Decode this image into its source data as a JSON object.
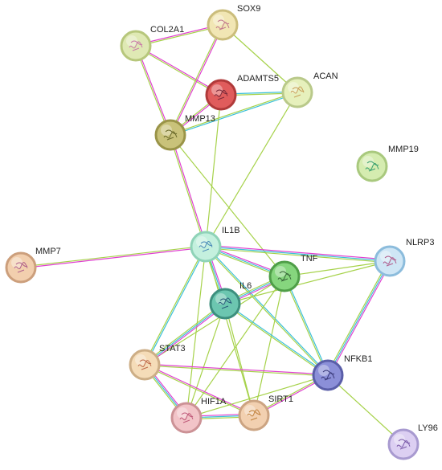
{
  "network": {
    "nodes": [
      {
        "id": "COL2A1",
        "label": "COL2A1",
        "fill": "#dfe9b4",
        "ring": "#b7c77c",
        "glyph": "#c97aa8"
      },
      {
        "id": "SOX9",
        "label": "SOX9",
        "fill": "#f1e6b4",
        "ring": "#cbbd7c",
        "glyph": "#c27a8e"
      },
      {
        "id": "ADAMTS5",
        "label": "ADAMTS5",
        "fill": "#e05c5c",
        "ring": "#b03a3a",
        "glyph": "#7a2a3a"
      },
      {
        "id": "ACAN",
        "label": "ACAN",
        "fill": "#e6f0bc",
        "ring": "#b9c98a",
        "glyph": "#c9a05a"
      },
      {
        "id": "MMP13",
        "label": "MMP13",
        "fill": "#c9c27a",
        "ring": "#9a9448",
        "glyph": "#6a6a2a"
      },
      {
        "id": "MMP19",
        "label": "MMP19",
        "fill": "#d5ecb0",
        "ring": "#a9c97e",
        "glyph": "#3aa070"
      },
      {
        "id": "IL1B",
        "label": "IL1B",
        "fill": "#c4f0de",
        "ring": "#8fd3b8",
        "glyph": "#4a8ab8"
      },
      {
        "id": "MMP7",
        "label": "MMP7",
        "fill": "#f2cfae",
        "ring": "#cc9f7c",
        "glyph": "#b0608a"
      },
      {
        "id": "TNF",
        "label": "TNF",
        "fill": "#86d67e",
        "ring": "#4f9e48",
        "glyph": "#3a6a3a"
      },
      {
        "id": "NLRP3",
        "label": "NLRP3",
        "fill": "#cfe6f5",
        "ring": "#8cbcdc",
        "glyph": "#b05a8a"
      },
      {
        "id": "IL6",
        "label": "IL6",
        "fill": "#6cc6b0",
        "ring": "#3d8f7e",
        "glyph": "#2a5a7a"
      },
      {
        "id": "STAT3",
        "label": "STAT3",
        "fill": "#f5dcb8",
        "ring": "#cdae86",
        "glyph": "#c06a4a"
      },
      {
        "id": "NFKB1",
        "label": "NFKB1",
        "fill": "#8b8fd8",
        "ring": "#5a5ea8",
        "glyph": "#3a3a7a"
      },
      {
        "id": "HIF1A",
        "label": "HIF1A",
        "fill": "#f2c4c8",
        "ring": "#cc9296",
        "glyph": "#c05a7a"
      },
      {
        "id": "SIRT1",
        "label": "SIRT1",
        "fill": "#f2d0b0",
        "ring": "#cca482",
        "glyph": "#c0803a"
      },
      {
        "id": "LY96",
        "label": "LY96",
        "fill": "#dccff2",
        "ring": "#a89ad0",
        "glyph": "#7a5aa8"
      }
    ],
    "edges": [
      {
        "a": "COL2A1",
        "b": "SOX9",
        "colors": [
          "#e040d0",
          "#a6d24a"
        ]
      },
      {
        "a": "COL2A1",
        "b": "ADAMTS5",
        "colors": [
          "#e040d0",
          "#a6d24a"
        ]
      },
      {
        "a": "COL2A1",
        "b": "MMP13",
        "colors": [
          "#e040d0",
          "#a6d24a"
        ]
      },
      {
        "a": "SOX9",
        "b": "ACAN",
        "colors": [
          "#a6d24a"
        ]
      },
      {
        "a": "SOX9",
        "b": "MMP13",
        "colors": [
          "#e040d0",
          "#a6d24a"
        ]
      },
      {
        "a": "ADAMTS5",
        "b": "ACAN",
        "colors": [
          "#3cc0d8",
          "#a6d24a"
        ]
      },
      {
        "a": "ADAMTS5",
        "b": "MMP13",
        "colors": [
          "#e040d0",
          "#a6d24a"
        ]
      },
      {
        "a": "ACAN",
        "b": "MMP13",
        "colors": [
          "#3cc0d8",
          "#a6d24a"
        ]
      },
      {
        "a": "ACAN",
        "b": "IL1B",
        "colors": [
          "#a6d24a"
        ]
      },
      {
        "a": "ADAMTS5",
        "b": "IL1B",
        "colors": [
          "#a6d24a"
        ]
      },
      {
        "a": "MMP13",
        "b": "IL1B",
        "colors": [
          "#e040d0",
          "#a6d24a"
        ]
      },
      {
        "a": "MMP13",
        "b": "TNF",
        "colors": [
          "#a6d24a"
        ]
      },
      {
        "a": "IL1B",
        "b": "MMP7",
        "colors": [
          "#e040d0",
          "#a6d24a"
        ]
      },
      {
        "a": "IL1B",
        "b": "TNF",
        "colors": [
          "#e040d0",
          "#3cc0d8",
          "#a6d24a"
        ]
      },
      {
        "a": "IL1B",
        "b": "NLRP3",
        "colors": [
          "#e040d0",
          "#3cc0d8",
          "#a6d24a"
        ]
      },
      {
        "a": "IL1B",
        "b": "IL6",
        "colors": [
          "#e040d0",
          "#3cc0d8",
          "#a6d24a"
        ]
      },
      {
        "a": "IL1B",
        "b": "STAT3",
        "colors": [
          "#3cc0d8",
          "#a6d24a"
        ]
      },
      {
        "a": "IL1B",
        "b": "NFKB1",
        "colors": [
          "#3cc0d8",
          "#a6d24a"
        ]
      },
      {
        "a": "IL1B",
        "b": "HIF1A",
        "colors": [
          "#a6d24a"
        ]
      },
      {
        "a": "IL1B",
        "b": "SIRT1",
        "colors": [
          "#a6d24a"
        ]
      },
      {
        "a": "TNF",
        "b": "NLRP3",
        "colors": [
          "#a6d24a"
        ]
      },
      {
        "a": "TNF",
        "b": "IL6",
        "colors": [
          "#e040d0",
          "#3cc0d8",
          "#a6d24a"
        ]
      },
      {
        "a": "TNF",
        "b": "STAT3",
        "colors": [
          "#a6d24a"
        ]
      },
      {
        "a": "TNF",
        "b": "NFKB1",
        "colors": [
          "#3cc0d8",
          "#a6d24a"
        ]
      },
      {
        "a": "TNF",
        "b": "HIF1A",
        "colors": [
          "#a6d24a"
        ]
      },
      {
        "a": "TNF",
        "b": "SIRT1",
        "colors": [
          "#a6d24a"
        ]
      },
      {
        "a": "NLRP3",
        "b": "IL6",
        "colors": [
          "#a6d24a"
        ]
      },
      {
        "a": "NLRP3",
        "b": "NFKB1",
        "colors": [
          "#e040d0",
          "#3cc0d8",
          "#a6d24a"
        ]
      },
      {
        "a": "IL6",
        "b": "STAT3",
        "colors": [
          "#e040d0",
          "#3cc0d8",
          "#a6d24a"
        ]
      },
      {
        "a": "IL6",
        "b": "NFKB1",
        "colors": [
          "#3cc0d8",
          "#a6d24a"
        ]
      },
      {
        "a": "IL6",
        "b": "HIF1A",
        "colors": [
          "#a6d24a"
        ]
      },
      {
        "a": "IL6",
        "b": "SIRT1",
        "colors": [
          "#a6d24a"
        ]
      },
      {
        "a": "STAT3",
        "b": "NFKB1",
        "colors": [
          "#e040d0",
          "#a6d24a"
        ]
      },
      {
        "a": "STAT3",
        "b": "HIF1A",
        "colors": [
          "#e040d0",
          "#3cc0d8",
          "#a6d24a"
        ]
      },
      {
        "a": "STAT3",
        "b": "SIRT1",
        "colors": [
          "#e040d0",
          "#a6d24a"
        ]
      },
      {
        "a": "NFKB1",
        "b": "HIF1A",
        "colors": [
          "#a6d24a"
        ]
      },
      {
        "a": "NFKB1",
        "b": "SIRT1",
        "colors": [
          "#e040d0",
          "#a6d24a"
        ]
      },
      {
        "a": "NFKB1",
        "b": "LY96",
        "colors": [
          "#a6d24a"
        ]
      },
      {
        "a": "HIF1A",
        "b": "SIRT1",
        "colors": [
          "#e040d0",
          "#3cc0d8",
          "#a6d24a"
        ]
      }
    ]
  }
}
